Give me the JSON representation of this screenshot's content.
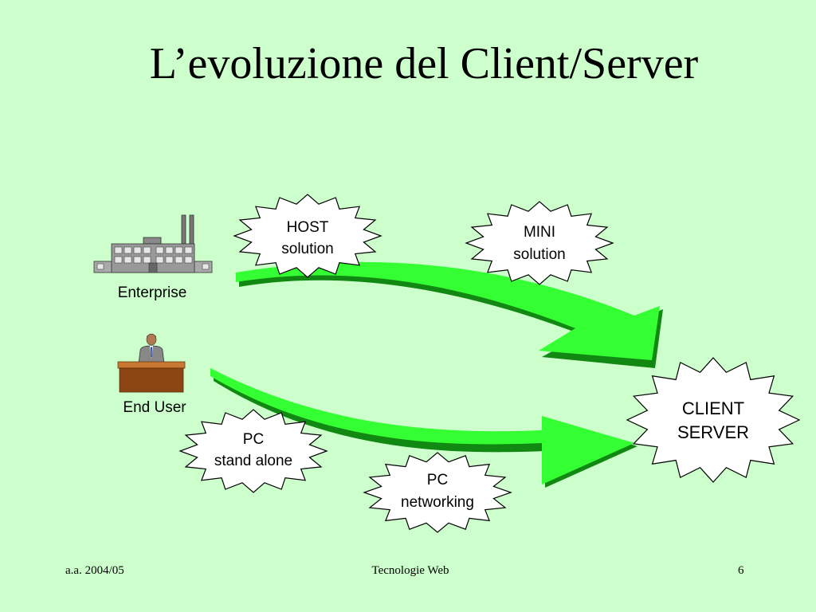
{
  "slide": {
    "title": "L’evoluzione del Client/Server"
  },
  "icons": {
    "enterprise": {
      "label": "Enterprise",
      "icon": "factory-icon"
    },
    "end_user": {
      "label": "End User",
      "icon": "desk-user-icon"
    }
  },
  "bursts": {
    "host": {
      "line1": "HOST",
      "line2": "solution"
    },
    "mini": {
      "line1": "MINI",
      "line2": "solution"
    },
    "client_server": {
      "line1": "CLIENT",
      "line2": "SERVER"
    },
    "pc_standalone": {
      "line1": "PC",
      "line2": "stand alone"
    },
    "pc_networking": {
      "line1": "PC",
      "line2": "networking"
    }
  },
  "colors": {
    "background": "#ccffcc",
    "arrow_fill": "#33ff33",
    "arrow_edge": "#118811",
    "burst_fill": "#ffffff"
  },
  "footer": {
    "left": "a.a. 2004/05",
    "center": "Tecnologie Web",
    "right": "6"
  }
}
